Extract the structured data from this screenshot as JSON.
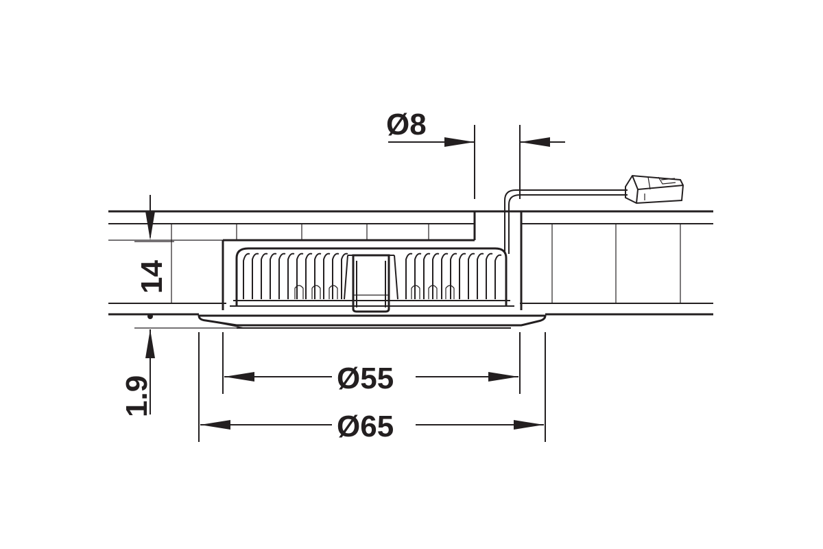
{
  "dimensions": {
    "cable_diameter": "Ø8",
    "cutout_diameter": "Ø55",
    "outer_diameter": "Ø65",
    "mounting_depth": "14",
    "flange_thickness": "1.9"
  },
  "colors": {
    "line": "#231f20",
    "background": "#ffffff"
  }
}
